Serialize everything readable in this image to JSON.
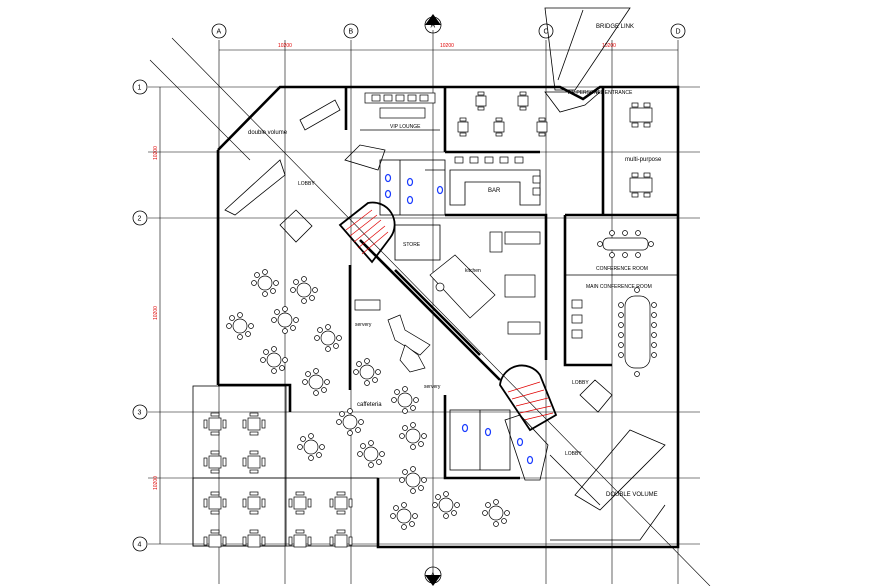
{
  "grid": {
    "columns": [
      "A",
      "B",
      "C",
      "D"
    ],
    "rows": [
      "1",
      "2",
      "3",
      "4"
    ],
    "section_marker": "A",
    "dimensions_top": [
      "10200",
      "10200",
      "10200"
    ],
    "dimensions_left": [
      "10200",
      "10200",
      "10200"
    ]
  },
  "rooms": {
    "bridge_link": "BRIDGE LINK",
    "vip_entrance": "VIP PERSONEL ENTRANCE",
    "double_volume_top": "double volume",
    "vip_lounge": "VIP LOUNGE",
    "multi_purpose": "multi-purpose",
    "lobby_top": "LOBBY",
    "bar": "BAR",
    "store": "STORE",
    "kitchen": "kitchen",
    "conference_room": "CONFERENCE ROOM",
    "main_conference_room": "MAIN CONFERENCE ROOM",
    "servery_left": "servery",
    "servery_right": "servery",
    "cafeteria": "caffeteria",
    "lobby_small": "LOBBY",
    "lobby_bottom": "LOBBY",
    "double_volume_bottom": "DOUBLE VOLUME"
  },
  "colors": {
    "linework": "#000000",
    "dimension": "#e00000",
    "stair_hatch": "#e00000",
    "fixture": "#1a3cff",
    "background": "#ffffff"
  },
  "icons": {
    "table": "round-table-with-chairs",
    "square_table": "square-table-with-chairs",
    "stair": "curved-stair"
  }
}
